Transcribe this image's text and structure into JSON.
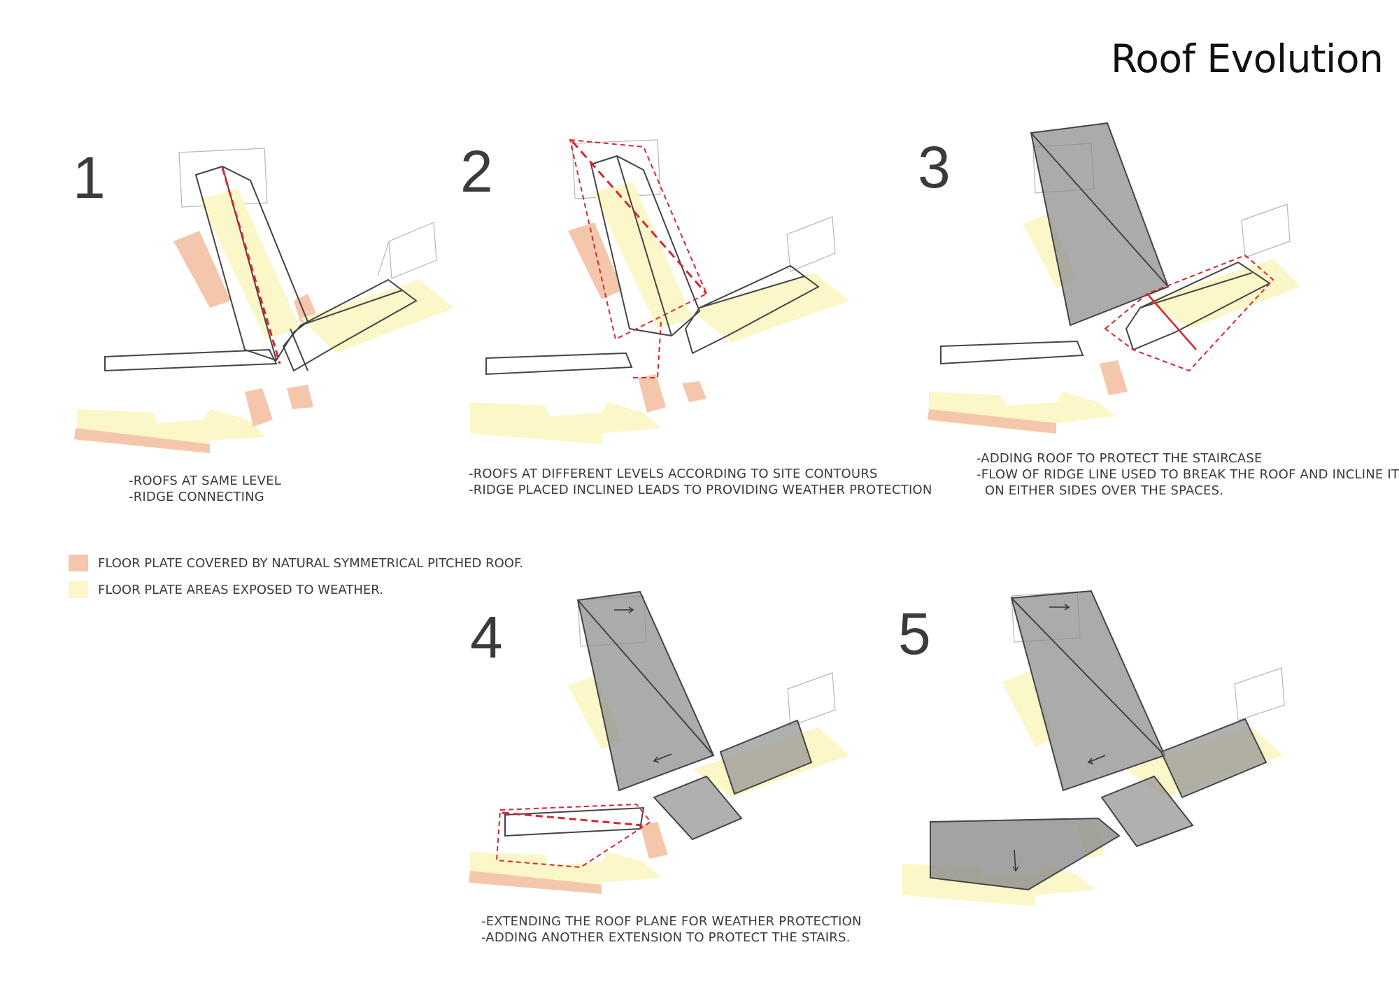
{
  "title": "Roof Evolution",
  "colors": {
    "covered_floor": "#f4c7ac",
    "exposed_floor": "#fbf7c9",
    "roof_plane": "#8f8f8f",
    "ridge_line": "#d7262f",
    "outline": "#444444"
  },
  "steps": [
    {
      "number": "1",
      "notes": [
        "-ROOFS AT SAME LEVEL",
        "-RIDGE CONNECTING"
      ]
    },
    {
      "number": "2",
      "notes": [
        "-ROOFS AT DIFFERENT LEVELS ACCORDING TO SITE CONTOURS",
        "-RIDGE PLACED INCLINED LEADS TO PROVIDING WEATHER PROTECTION"
      ]
    },
    {
      "number": "3",
      "notes": [
        "-ADDING ROOF TO PROTECT THE STAIRCASE",
        "-FLOW OF RIDGE LINE USED TO BREAK THE ROOF AND INCLINE IT",
        "  ON EITHER SIDES OVER THE SPACES."
      ]
    },
    {
      "number": "4",
      "notes": [
        "-EXTENDING THE ROOF PLANE FOR WEATHER PROTECTION",
        "-ADDING ANOTHER EXTENSION TO PROTECT THE STAIRS."
      ]
    },
    {
      "number": "5",
      "notes": []
    }
  ],
  "legend": [
    {
      "label": "FLOOR PLATE COVERED BY NATURAL SYMMETRICAL PITCHED ROOF.",
      "color": "#f4c7ac"
    },
    {
      "label": "FLOOR PLATE AREAS EXPOSED TO WEATHER.",
      "color": "#fbf7c9"
    }
  ]
}
